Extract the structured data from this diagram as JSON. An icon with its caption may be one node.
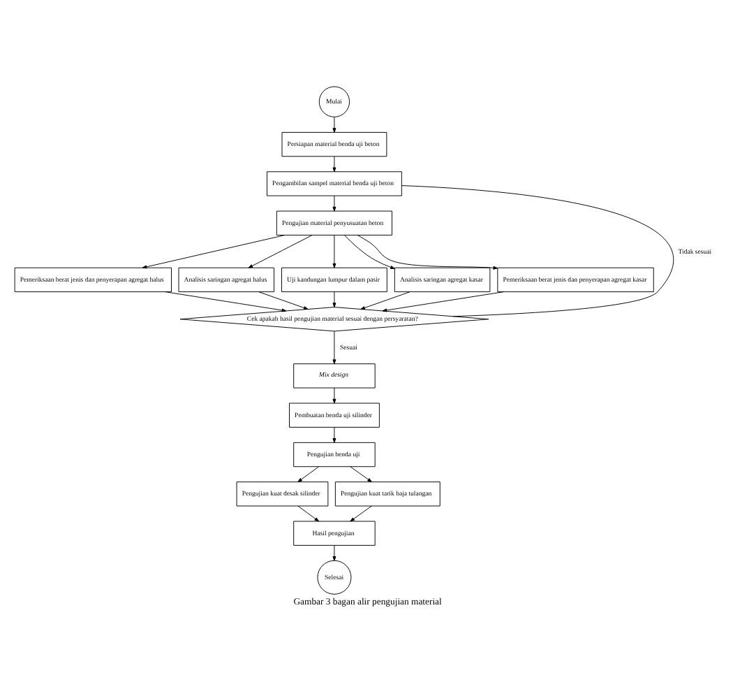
{
  "diagram": {
    "caption": "Gambar 3 bagan alir pengujian material",
    "nodes": [
      {
        "text": [
          "Mulai"
        ]
      },
      {
        "text": [
          "Persiapan material benda uji beton"
        ]
      },
      {
        "text": [
          "Pengambilan sampel material benda uji beton"
        ]
      },
      {
        "text": [
          "Pengujian material penyusuatan beton"
        ]
      },
      {
        "text": [
          "Pemeriksaan berat jenis dan penyerapan agregat halus"
        ]
      },
      {
        "text": [
          "Analisis saringan agregat halus"
        ]
      },
      {
        "text": [
          "Uji kandungan lumpur dalam pasir"
        ]
      },
      {
        "text": [
          "Analisis saringan agregat kasar"
        ]
      },
      {
        "text": [
          "Pemeriksaan berat jenis dan penyerapan agregat kasar"
        ]
      },
      {
        "text": [
          "Cek apakah hasil pengujian material sesuai dengan persyaratan?"
        ]
      },
      {
        "text": [
          "Mix design"
        ]
      },
      {
        "text": [
          "Pembuatan benda uji silinder"
        ]
      },
      {
        "text": [
          "Pengujian benda uji"
        ]
      },
      {
        "text": [
          "Pengujian kuat desak silinder"
        ]
      },
      {
        "text": [
          "Pengujian kuat tarik baja tulangan"
        ]
      },
      {
        "text": [
          "Hasil pengujian"
        ]
      },
      {
        "text": [
          "Selesai"
        ]
      }
    ],
    "edges": [
      {
        "from": 0,
        "to": 1,
        "arrow": "to"
      },
      {
        "from": 1,
        "to": 2,
        "arrow": "to"
      },
      {
        "from": 2,
        "to": 3,
        "arrow": "to"
      },
      {
        "from": 3,
        "to": 4,
        "arrow": "to"
      },
      {
        "from": 3,
        "to": 5,
        "arrow": "to"
      },
      {
        "from": 3,
        "to": 6,
        "arrow": "to"
      },
      {
        "from": 3,
        "to": 7,
        "arrow": "to"
      },
      {
        "from": 3,
        "to": 8,
        "arrow": "to"
      },
      {
        "from": 4,
        "to": 9,
        "arrow": "to"
      },
      {
        "from": 5,
        "to": 9,
        "arrow": "to"
      },
      {
        "from": 6,
        "to": 9,
        "arrow": "to"
      },
      {
        "from": 7,
        "to": 9,
        "arrow": "to"
      },
      {
        "from": 8,
        "to": 9,
        "arrow": "to"
      },
      {
        "from": 9,
        "to": 2,
        "arrow": "none",
        "label": "Tidak sesuai"
      },
      {
        "from": 9,
        "to": 10,
        "arrow": "to",
        "label": "Sesuai"
      },
      {
        "from": 10,
        "to": 11,
        "arrow": "to"
      },
      {
        "from": 11,
        "to": 12,
        "arrow": "to"
      },
      {
        "from": 12,
        "to": 13,
        "arrow": "to"
      },
      {
        "from": 12,
        "to": 14,
        "arrow": "to"
      },
      {
        "from": 13,
        "to": 15,
        "arrow": "to"
      },
      {
        "from": 14,
        "to": 15,
        "arrow": "to"
      },
      {
        "from": 15,
        "to": 16,
        "arrow": "to"
      }
    ]
  }
}
